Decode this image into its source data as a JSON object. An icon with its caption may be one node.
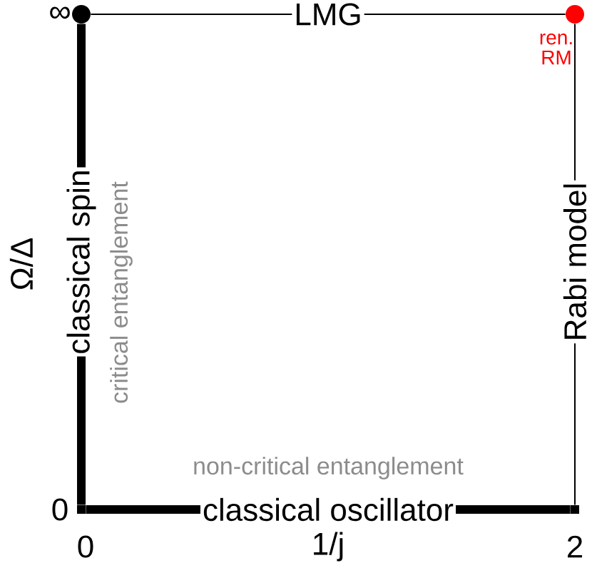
{
  "diagram": {
    "nodes": [
      {
        "text": [],
        "shape": "circle"
      },
      {
        "text": [],
        "shape": "circle",
        "beside": [
          "ren. RM"
        ]
      },
      {
        "text": [],
        "shape": "point"
      },
      {
        "text": [],
        "shape": "point"
      }
    ],
    "edges": [
      {
        "from": 0,
        "to": 1,
        "arrow": "none",
        "label": "LMG"
      },
      {
        "from": 0,
        "to": 2,
        "arrow": "none",
        "label": "classical spin",
        "style": "thick"
      },
      {
        "from": 2,
        "to": 3,
        "arrow": "none",
        "label": "classical oscillator",
        "style": "thick"
      },
      {
        "from": 1,
        "to": 3,
        "arrow": "none",
        "label": "Rabi model"
      }
    ],
    "labels": [
      "∞",
      "Ω/Δ",
      "critical entanglement",
      "non-critical entanglement",
      "0",
      "0",
      "1/j",
      "2"
    ]
  }
}
